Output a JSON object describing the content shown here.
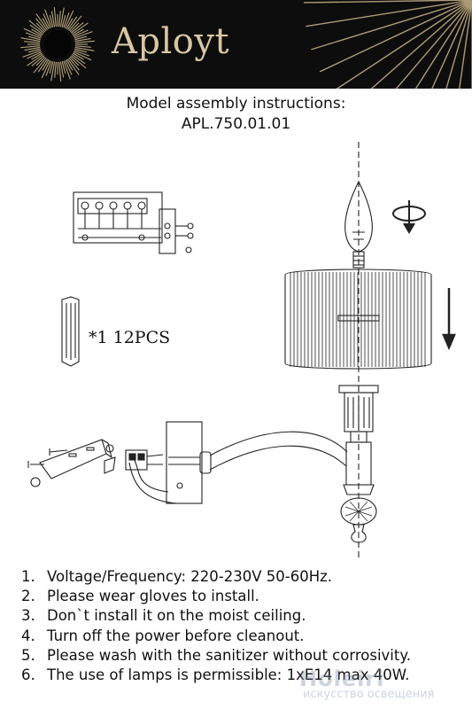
{
  "header": {
    "brand": "Aployt",
    "colors": {
      "background": "#0d0d0d",
      "accent": "#d8c6a2"
    },
    "logo_icon": "sunburst-icon"
  },
  "title": {
    "line1": "Model assembly instructions:",
    "line2": "APL.750.01.01"
  },
  "drawing": {
    "crystal_label": "*1  12PCS"
  },
  "notes": [
    {
      "num": "1.",
      "text": "Voltage/Frequency: 220-230V 50-60Hz."
    },
    {
      "num": "2.",
      "text": "Please wear gloves to install."
    },
    {
      "num": "3.",
      "text": "Don`t install it on the moist ceiling."
    },
    {
      "num": "4.",
      "text": "Turn off the power before cleanout."
    },
    {
      "num": "5.",
      "text": "Please wash with the sanitizer without corrosivity."
    },
    {
      "num": "6.",
      "text": "The use of lamps is permissible: 1xE14 max 40W."
    }
  ],
  "watermark": {
    "main": "Holeiri",
    "sub": "искусство освещения"
  }
}
